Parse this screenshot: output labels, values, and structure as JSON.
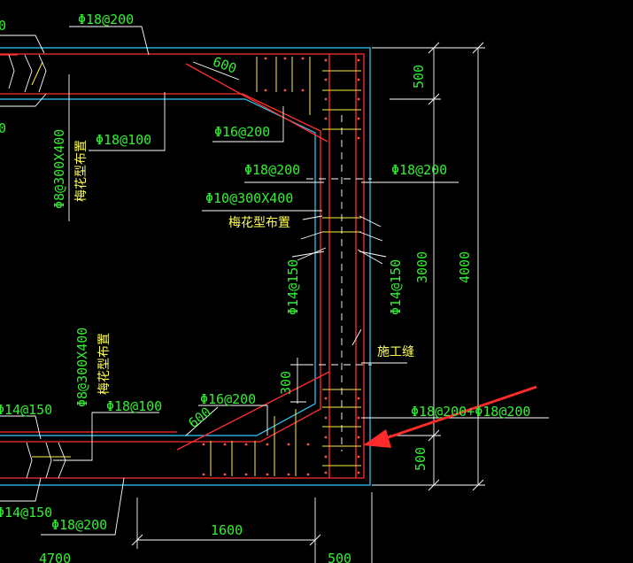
{
  "drawing": {
    "background_color": "#000000",
    "colors": {
      "rebar": "#ff3030",
      "outline": "#33ccff",
      "leader": "#ffffff",
      "annotation": "#33ee33",
      "note": "#ffff55",
      "stirrup": "#ffee44",
      "arrow": "#ff2a2a"
    },
    "labels": {
      "top_bar": "Φ18@200",
      "haunch_top_dim": "600",
      "top_right_dim": "500",
      "left_upper_bar": "Φ18@100",
      "left_vertical_tie": "Φ8@300X400",
      "left_vertical_note": "梅花型布置",
      "haunch_bar_top": "Φ16@200",
      "wall_inner_bar": "Φ18@200",
      "wall_outer_bar": "Φ18@200",
      "wall_tie": "Φ10@300X400",
      "wall_tie_note": "梅花型布置",
      "wall_inner_dist": "Φ14@150",
      "wall_outer_dist": "Φ14@150",
      "mid_dim": "3000",
      "total_dim": "4000",
      "construction_joint": "施工缝",
      "haunch_vertical_dim": "300",
      "left_lower_tie": "Φ8@300X400",
      "left_lower_note": "梅花型布置",
      "left_lower_bar_a": "Φ18@100",
      "haunch_bar_bottom": "Φ16@200",
      "haunch_bottom_dim": "600",
      "left_dist_upper": "Φ14@150",
      "left_dist_lower": "Φ14@150",
      "bottom_right_bar": "Φ18@200+Φ18@200",
      "bottom_right_dim": "500",
      "bottom_bar": "Φ18@200",
      "bottom_dim_1600": "1600",
      "bottom_dim_4700": "4700",
      "bottom_dim_500": "500",
      "top_left_partial": "0",
      "left_partial": "0"
    }
  }
}
